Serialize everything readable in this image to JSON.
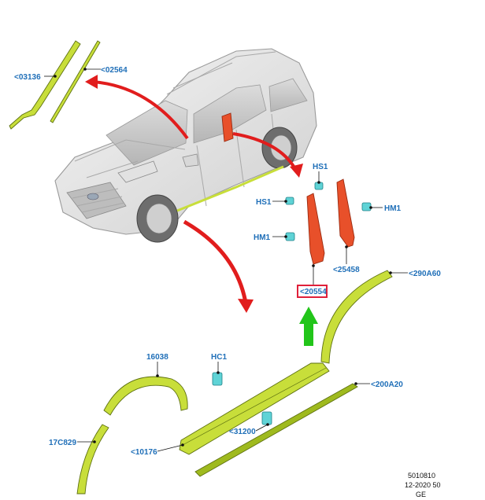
{
  "diagram": {
    "labels": {
      "p03136": "<03136",
      "p02564": "<02564",
      "hs1_top": "HS1",
      "hs1_left": "HS1",
      "hm1_right": "HM1",
      "hm1_left": "HM1",
      "p25458": "<25458",
      "p20554": "<20554",
      "p290a60": "<290A60",
      "p16038": "16038",
      "hc1": "HC1",
      "p200a20": "<200A20",
      "p17c829": "17C829",
      "p31200": "<31200",
      "p10176": "<10176"
    },
    "highlight_color": "#e0203a",
    "arrow_red": "#e11d1d",
    "arrow_green": "#22c51a",
    "footer": {
      "line1": "5010810",
      "line2": "12-2020 50",
      "line3": "GE"
    }
  }
}
